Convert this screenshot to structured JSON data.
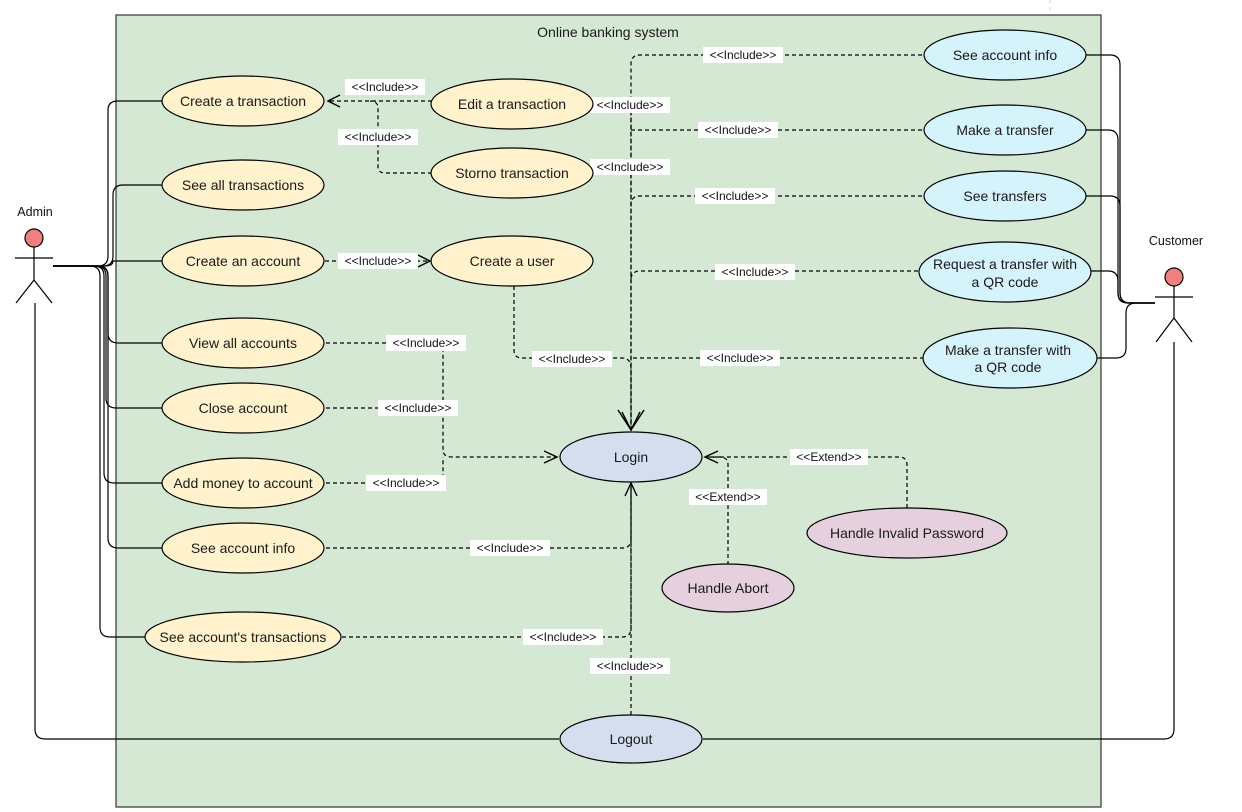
{
  "system": {
    "title": "Online banking system",
    "fill": "#d5e8d4"
  },
  "colors": {
    "admin_uc_fill": "#fff2cc",
    "customer_uc_fill": "#d5f3fb",
    "login_fill": "#d4deef",
    "extend_fill": "#e6d0de",
    "actor_head": "#f08080"
  },
  "actors": {
    "admin": {
      "label": "Admin"
    },
    "customer": {
      "label": "Customer"
    }
  },
  "use_cases": {
    "create_transaction": "Create a transaction",
    "see_all_transactions": "See all transactions",
    "create_account": "Create an account",
    "view_all_accounts": "View all accounts",
    "close_account": "Close account",
    "add_money": "Add money to account",
    "admin_see_account_info": "See account info",
    "see_accounts_transactions": "See account's transactions",
    "edit_transaction": "Edit a transaction",
    "storno_transaction": "Storno transaction",
    "create_user": "Create a user",
    "login": "Login",
    "logout": "Logout",
    "handle_abort": "Handle Abort",
    "handle_invalid_password": "Handle Invalid Password",
    "cust_see_account_info": "See account info",
    "make_transfer": "Make a transfer",
    "see_transfers": "See transfers",
    "request_qr": [
      "Request a transfer with",
      "a QR code"
    ],
    "make_transfer_qr": [
      "Make a transfer with",
      "a QR code"
    ]
  },
  "relations": {
    "include": "<<Include>>",
    "extend": "<<Extend>>"
  }
}
